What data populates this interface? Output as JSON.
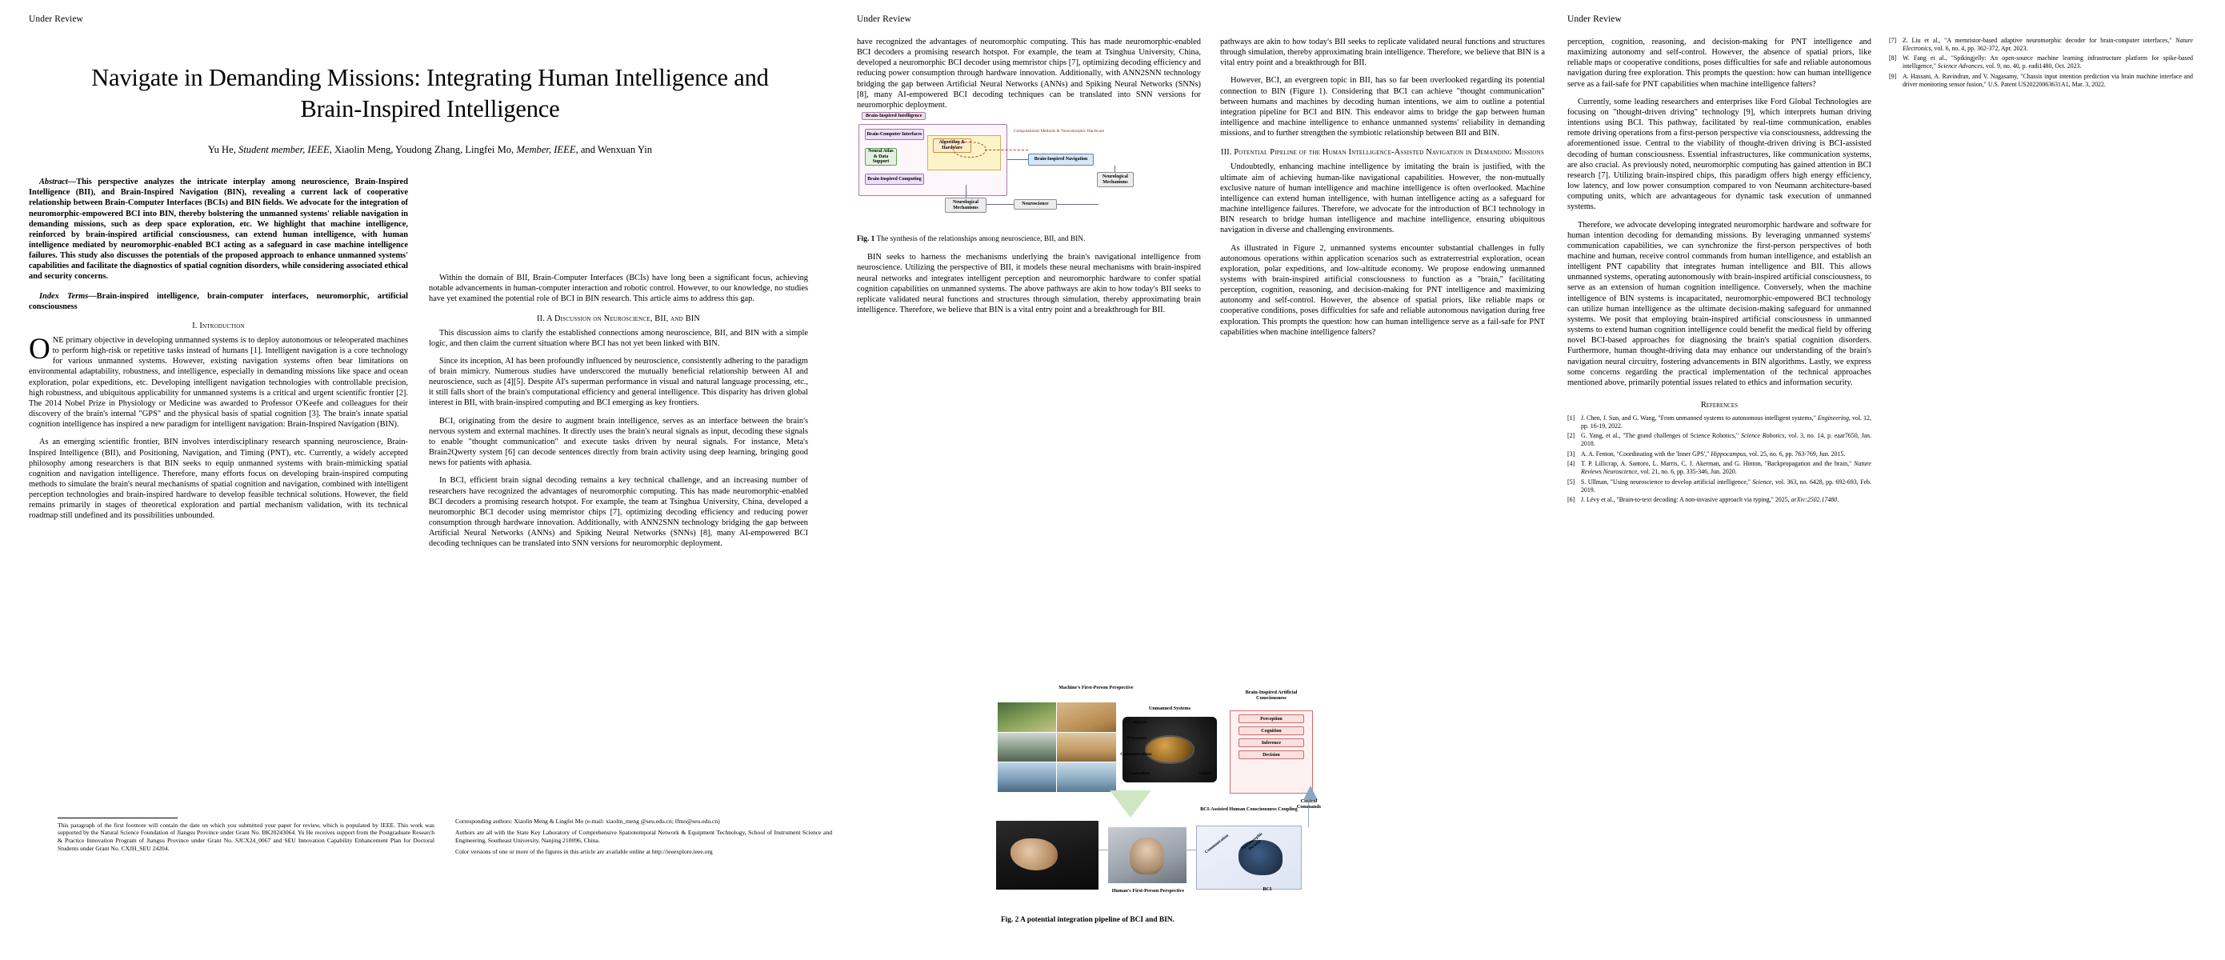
{
  "running_head": "Under Review",
  "title": "Navigate in Demanding Missions: Integrating Human Intelligence and Brain-Inspired Intelligence",
  "authors_pre": "Yu He, ",
  "authors_it1": "Student member, IEEE",
  "authors_mid": ", Xiaolin Meng, Youdong Zhang, Lingfei Mo, ",
  "authors_it2": "Member, IEEE",
  "authors_post": ", and Wenxuan Yin",
  "abstract": {
    "label": "Abstract",
    "dash": "—",
    "text": "This perspective analyzes the intricate interplay among neuroscience, Brain-Inspired Intelligence (BII), and Brain-Inspired Navigation (BIN), revealing a current lack of cooperative relationship between Brain-Computer Interfaces (BCIs) and BIN fields. We advocate for the integration of neuromorphic-empowered BCI into BIN, thereby bolstering the unmanned systems' reliable navigation in demanding missions, such as deep space exploration, etc. We highlight that machine intelligence, reinforced by brain-inspired artificial consciousness, can extend human intelligence, with human intelligence mediated by neuromorphic-enabled BCI acting as a safeguard in case machine intelligence failures. This study also discusses the potentials of the proposed approach to enhance unmanned systems' capabilities and facilitate the diagnostics of spatial cognition disorders, while considering associated ethical and security concerns."
  },
  "index_terms": {
    "label": "Index Terms",
    "dash": "—",
    "text": "Brain-inspired intelligence, brain-computer interfaces, neuromorphic, artificial consciousness"
  },
  "sections": {
    "intro": "I. Introduction",
    "discussion": "II. A Discussion on Neuroscience, BII, and BIN",
    "pipeline": "III. Potential Pipeline of the Human Intelligence-Assisted Navigation in Demanding Missions",
    "references": "References"
  },
  "body": {
    "intro_dropcap": "O",
    "intro_p1": "NE primary objective in developing unmanned systems is to deploy autonomous or teleoperated machines to perform high-risk or repetitive tasks instead of humans [1]. Intelligent navigation is a core technology for various unmanned systems. However, existing navigation systems often bear limitations on environmental adaptability, robustness, and intelligence, especially in demanding missions like space and ocean exploration, polar expeditions, etc. Developing intelligent navigation technologies with controllable precision, high robustness, and ubiquitous applicability for unmanned systems is a critical and urgent scientific frontier [2]. The 2014 Nobel Prize in Physiology or Medicine was awarded to Professor O'Keefe and colleagues for their discovery of the brain's internal \"GPS\" and the physical basis of spatial cognition [3]. The brain's innate spatial cognition intelligence has inspired a new paradigm for intelligent navigation: Brain-Inspired Navigation (BIN).",
    "intro_p2": "As an emerging scientific frontier, BIN involves interdisciplinary research spanning neuroscience, Brain-Inspired Intelligence (BII), and Positioning, Navigation, and Timing (PNT), etc. Currently, a widely accepted philosophy among researchers is that BIN seeks to equip unmanned systems with brain-mimicking spatial cognition and navigation intelligence. Therefore, many efforts focus on developing brain-inspired computing methods to simulate the brain's neural mechanisms of spatial cognition and navigation, combined with intelligent perception technologies and brain-inspired hardware to develop feasible technical solutions. However, the field remains primarily in stages of theoretical exploration and partial mechanism validation, with its technical roadmap still undefined and its possibilities unbounded.",
    "intro_p3": "Within the domain of BII, Brain-Computer Interfaces (BCIs) have long been a significant focus, achieving notable advancements in human-computer interaction and robotic control. However, to our knowledge, no studies have yet examined the potential role of BCI in BIN research. This article aims to address this gap.",
    "disc_p1": "This discussion aims to clarify the established connections among neuroscience, BII, and BIN with a simple logic, and then claim the current situation where BCI has not yet been linked with BIN.",
    "disc_p2": "Since its inception, AI has been profoundly influenced by neuroscience, consistently adhering to the paradigm of brain mimicry. Numerous studies have underscored the mutually beneficial relationship between AI and neuroscience, such as [4][5]. Despite AI's superman performance in visual and natural language processing, etc., it still falls short of the brain's computational efficiency and general intelligence. This disparity has driven global interest in BII, with brain-inspired computing and BCI emerging as key frontiers.",
    "disc_p3": "BCI, originating from the desire to augment brain intelligence, serves as an interface between the brain's nervous system and external machines. It directly uses the brain's neural signals as input, decoding these signals to enable \"thought communication\" and execute tasks driven by neural signals. For instance, Meta's Brain2Qwerty system [6] can decode sentences directly from brain activity using deep learning, bringing good news for patients with aphasia.",
    "disc_p4": "In BCI, efficient brain signal decoding remains a key technical challenge, and an increasing number of researchers have recognized the advantages of neuromorphic computing. This has made neuromorphic-enabled BCI decoders a promising research hotspot. For example, the team at Tsinghua University, China, developed a neuromorphic BCI decoder using memristor chips [7], optimizing decoding efficiency and reducing power consumption through hardware innovation. Additionally, with ANN2SNN technology bridging the gap between Artificial Neural Networks (ANNs) and Spiking Neural Networks (SNNs) [8], many AI-empowered BCI decoding techniques can be translated into SNN versions for neuromorphic deployment.",
    "disc_p5": "BIN seeks to harness the mechanisms underlying the brain's navigational intelligence from neuroscience. Utilizing the perspective of BII, it models these neural mechanisms with brain-inspired neural networks and integrates intelligent perception and neuromorphic hardware to confer spatial cognition capabilities on unmanned systems. The above pathways are akin to how today's BII seeks to replicate validated neural functions and structures through simulation, thereby approximating brain intelligence. Therefore, we believe that BIN is a vital entry point and a breakthrough for BII.",
    "disc_p6": "However, BCI, an evergreen topic in BII, has so far been overlooked regarding its potential connection to BIN (Figure 1). Considering that BCI can achieve \"thought communication\" between humans and machines by decoding human intentions, we aim to outline a potential integration pipeline for BCI and BIN. This endeavor aims to bridge the gap between human intelligence and machine intelligence to enhance unmanned systems' reliability in demanding missions, and to further strengthen the symbiotic relationship between BII and BIN.",
    "pipe_p1": "Undoubtedly, enhancing machine intelligence by imitating the brain is justified, with the ultimate aim of achieving human-like navigational capabilities. However, the non-mutually exclusive nature of human intelligence and machine intelligence is often overlooked. Machine intelligence can extend human intelligence, with human intelligence acting as a safeguard for machine intelligence failures. Therefore, we advocate for the introduction of BCI technology in BIN research to bridge human intelligence and machine intelligence, ensuring ubiquitous navigation in diverse and challenging environments.",
    "pipe_p2": "As illustrated in Figure 2, unmanned systems encounter substantial challenges in fully autonomous operations within application scenarios such as extraterrestrial exploration, ocean exploration, polar expeditions, and low-altitude economy. We propose endowing unmanned systems with brain-inspired artificial consciousness to function as a \"brain,\" facilitating perception, cognition, reasoning, and decision-making for PNT intelligence and maximizing autonomy and self-control. However, the absence of spatial priors, like reliable maps or cooperative conditions, poses difficulties for safe and reliable autonomous navigation during free exploration. This prompts the question: how can human intelligence serve as a fail-safe for PNT capabilities when machine intelligence falters?",
    "pipe_p3": "Currently, some leading researchers and enterprises like Ford Global Technologies are focusing on \"thought-driven driving\" technology [9], which interprets human driving intentions using BCI. This pathway, facilitated by real-time communication, enables remote driving operations from a first-person perspective via consciousness, addressing the aforementioned issue. Central to the viability of thought-driven driving is BCI-assisted decoding of human consciousness. Essential infrastructures, like communication systems, are also crucial. As previously noted, neuromorphic computing has gained attention in BCI research [7]. Utilizing brain-inspired chips, this paradigm offers high energy efficiency, low latency, and low power consumption compared to von Neumann architecture-based computing units, which are advantageous for dynamic task execution of unmanned systems.",
    "pipe_p4": "Therefore, we advocate developing integrated neuromorphic hardware and software for human intention decoding for demanding missions. By leveraging unmanned systems' communication capabilities, we can synchronize the first-person perspectives of both machine and human, receive control commands from human intelligence, and establish an intelligent PNT capability that integrates human intelligence and BII. This allows unmanned systems, operating autonomously with brain-inspired artificial consciousness, to serve as an extension of human cognition intelligence. Conversely, when the machine intelligence of BIN systems is incapacitated, neuromorphic-empowered BCI technology can utilize human intelligence as the ultimate decision-making safeguard for unmanned systems. We posit that employing brain-inspired artificial consciousness in unmanned systems to extend human cognition intelligence could benefit the medical field by offering novel BCI-based approaches for diagnosing the brain's spatial cognition disorders. Furthermore, human thought-driving data may enhance our understanding of the brain's navigation neural circuitry, fostering advancements in BIN algorithms. Lastly, we express some concerns regarding the practical implementation of the technical approaches mentioned above, primarily potential issues related to ethics and information security."
  },
  "figures": {
    "fig1": {
      "caption_bold": "Fig. 1",
      "caption_text": "The synthesis of the relationships among neuroscience, BII, and BIN.",
      "outer_label": "Brain-Inspired Intelligence",
      "boxes": {
        "bci": "Brain-Computer Interfaces",
        "atlas": "Neural Atlas & Data Support",
        "algo": "Algorithm & Hardware",
        "computing": "Brain-Inspired Computing",
        "bin": "Brain-Inspired Navigation",
        "neuroscience": "Neuroscience",
        "mechanism_left": "Neurological Mechanisms",
        "mechanism_right": "Neurological Mechanisms"
      },
      "note": "Computational Methods & Neuromorphic Hardware"
    },
    "fig2": {
      "caption_bold": "Fig. 2",
      "caption_text": "A potential integration pipeline of BCI and BIN.",
      "labels": {
        "machine_view": "Machine's First-Person Perspective",
        "unmanned_systems": "Unmanned Systems",
        "brain_inspired_ac": "Brain-Inspired Artificial Consciousness",
        "human_view": "Human's First-Person Perspective",
        "bci_assisted": "BCI-Assisted Human Consciousness Coupling",
        "control_commands": "Control Commands",
        "bci": "BCI"
      },
      "ring_labels": [
        "Sensors",
        "Processors",
        "Communications",
        "Controllers",
        "Others"
      ],
      "brain_rows": [
        "Perception",
        "Cognition",
        "Inference",
        "Decision"
      ],
      "coupling_words": [
        "Communication",
        "Neuromorphic Decoder"
      ]
    }
  },
  "footnotes": [
    "This paragraph of the first footnote will contain the date on which you submitted your paper for review, which is populated by IEEE. This work was supported by the Natural Science Foundation of Jiangsu Province under Grant No. BK20243064. Yu He receives support from the Postgraduate Research & Practice Innovation Program of Jiangsu Province under Grant No. SJCX24_0067 and SEU Innovation Capability Enhancement Plan for Doctoral Students under Grant No. CXJH_SEU 24204.",
    "Corresponding authors: Xiaolin Meng & Lingfei Mo (e-mail: xiaolin_meng @seu.edu.cn; lfmo@seu.edu.cn)",
    "Authors are all with the State Key Laboratory of Comprehensive Spatiotemporal Network & Equipment Technology, School of Instrument Science and Engineering, Southeast University, Nanjing 210096, China.",
    "Color versions of one or more of the figures in this article are available online at http://ieeexplore.ieee.org"
  ],
  "references": [
    {
      "num": "[1]",
      "text": "J. Chen, J. Sun, and G. Wang, \"From unmanned systems to autonomous intelligent systems,\" <i>Engineering</i>, vol. 12, pp. 16-19, 2022."
    },
    {
      "num": "[2]",
      "text": "G. Yang, et al., \"The grand challenges of Science Robotics,\" <i>Science Robotics</i>, vol. 3, no. 14, p. eaar7650, Jan. 2018."
    },
    {
      "num": "[3]",
      "text": "A. A. Fenton, \"Coordinating with the 'Inner GPS',\" <i>Hippocampus</i>, vol. 25, no. 6, pp. 763-769, Jun. 2015."
    },
    {
      "num": "[4]",
      "text": "T. P. Lillicrap, A. Santoro, L. Marris, C. J. Akerman, and G. Hinton, \"Backpropagation and the brain,\" <i>Nature Reviews Neuroscience</i>, vol. 21, no. 6, pp. 335-346, Jun. 2020."
    },
    {
      "num": "[5]",
      "text": "S. Ullman, \"Using neuroscience to develop artificial intelligence,\" <i>Science</i>, vol. 363, no. 6428, pp. 692-693, Feb. 2019."
    },
    {
      "num": "[6]",
      "text": "J. Lévy et al., \"Brain-to-text decoding: A non-invasive approach via typing,\" 2025, <i>arXiv:2502.17480</i>."
    },
    {
      "num": "[7]",
      "text": "Z. Liu et al., \"A memristor-based adaptive neuromorphic decoder for brain-computer interfaces,\" <i>Nature Electronics</i>, vol. 6, no. 4, pp. 362-372, Apr. 2023."
    },
    {
      "num": "[8]",
      "text": "W. Fang et al., \"Spikingjelly: An open-source machine learning infrastructure platform for spike-based intelligence,\" <i>Science Advances</i>, vol. 9, no. 40, p. eadi1480, Oct. 2023."
    },
    {
      "num": "[9]",
      "text": "A. Hassani, A. Ravindran, and V. Nagasamy, \"Chassis input intention prediction via brain machine interface and driver monitoring sensor fusion,\" U.S. Patent US20220063631A1, Mar. 3, 2022."
    }
  ]
}
